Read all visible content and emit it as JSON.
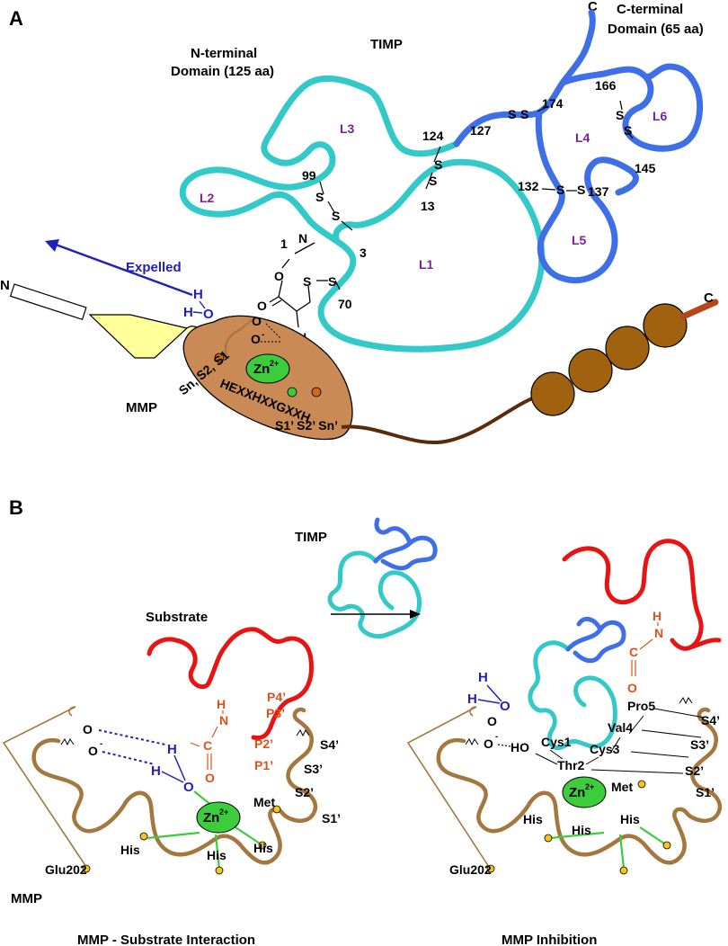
{
  "panel_a": {
    "letter": "A",
    "timp_title": "TIMP",
    "n_domain": [
      "N-terminal",
      "Domain (125 aa)"
    ],
    "c_domain": [
      "C-terminal",
      "Domain (65 aa)"
    ],
    "c_terminus": "C",
    "loops": [
      "L1",
      "L2",
      "L3",
      "L4",
      "L5",
      "L6"
    ],
    "residues": [
      "124",
      "127",
      "174",
      "166",
      "145",
      "137",
      "132",
      "99",
      "13",
      "1",
      "3",
      "70"
    ],
    "disulfide_s": "S",
    "n_atom": "N",
    "o_atom": "O",
    "h_atom": "H",
    "expelled": "Expelled",
    "mmp_n": "N",
    "mmp_c": "C",
    "zinc": "Zn",
    "zinc_charge": "2+",
    "o_minus": "O",
    "minus": "-",
    "motif": "HEXXHXXGXXH",
    "subsites_left": "Sn, S2, S1",
    "subsites_right": "S1’ S2’ Sn’",
    "mmp_label": "MMP"
  },
  "panel_b": {
    "letter": "B",
    "timp_title": "TIMP",
    "substrate": "Substrate",
    "mmp_label": "MMP",
    "left_caption": "MMP - Substrate Interaction",
    "right_caption": "MMP Inhibition",
    "p_sites": [
      "P4’",
      "P3’",
      "P2’",
      "P1’"
    ],
    "s_sites": [
      "S4’",
      "S3’",
      "S2’",
      "S1’"
    ],
    "his": "His",
    "met": "Met",
    "glu": "Glu202",
    "inhib_residues": [
      "Pro5",
      "Val4",
      "Cys3",
      "Cys1",
      "Thr2",
      "HO"
    ]
  },
  "colors": {
    "cyan": "#33c9c9",
    "blue": "#3f6fe6",
    "red": "#e81414",
    "brown_mmp": "#c98a55",
    "brown_loop": "#a4773f",
    "zinc": "#3ccc3c",
    "catalytic_domain": "#e0a8ff"
  }
}
